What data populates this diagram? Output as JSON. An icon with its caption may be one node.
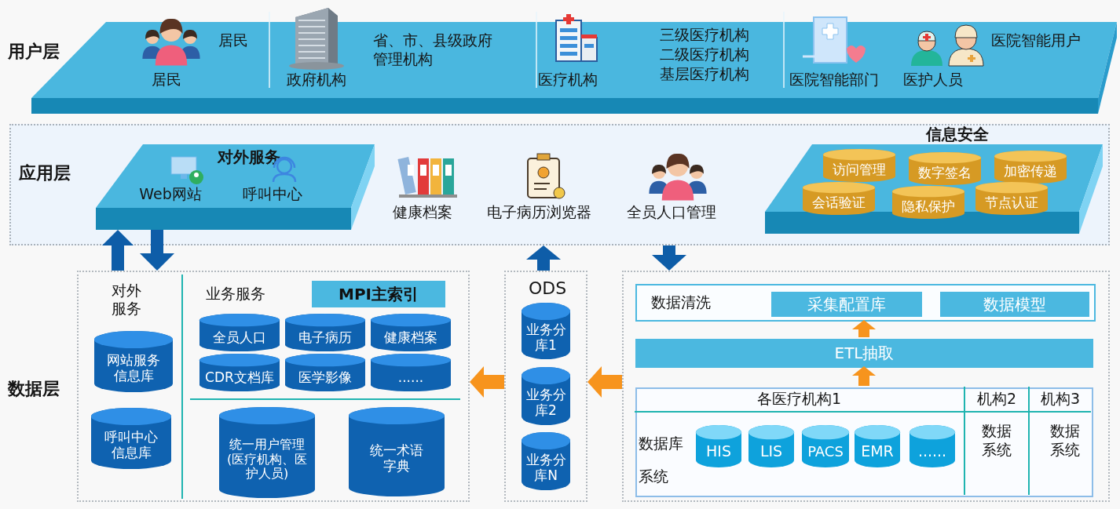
{
  "diagram": {
    "nodes": [
      {
        "text": [
          "应用层"
        ]
      },
      {
        "text": [
          "对外服务",
          "Web网站",
          "呼叫中心"
        ],
        "in": 0
      },
      {
        "text": [
          "信息安全"
        ],
        "in": 0
      },
      {
        "text": [
          "访问管理"
        ],
        "in": 2
      },
      {
        "text": [
          "数字签名"
        ],
        "in": 2
      },
      {
        "text": [
          "加密传递"
        ],
        "in": 2
      },
      {
        "text": [
          "会话验证"
        ],
        "in": 2
      },
      {
        "text": [
          "隐私保护"
        ],
        "in": 2
      },
      {
        "text": [
          "节点认证"
        ],
        "in": 2
      },
      {
        "text": [
          "对外服务"
        ]
      },
      {
        "text": [
          "网站服务信息库"
        ],
        "in": 9
      },
      {
        "text": [
          "呼叫中心信息库"
        ],
        "in": 9
      },
      {
        "text": [
          "MPI主索引"
        ],
        "in": 9
      },
      {
        "text": [
          "全员人口"
        ],
        "in": 9
      },
      {
        "text": [
          "电子病历"
        ],
        "in": 9
      },
      {
        "text": [
          "健康档案"
        ],
        "in": 9
      },
      {
        "text": [
          "CDR文档库"
        ],
        "in": 9
      },
      {
        "text": [
          "医学影像"
        ],
        "in": 9
      },
      {
        "text": [
          "......"
        ],
        "in": 9
      },
      {
        "text": [
          "统一用户管理(医疗机构、医护人员)"
        ],
        "in": 9
      },
      {
        "text": [
          "统一术语字典"
        ],
        "in": 9
      },
      {
        "text": [
          "ODS"
        ]
      },
      {
        "text": [
          "业务分库1"
        ],
        "in": 21
      },
      {
        "text": [
          "业务分库2"
        ],
        "in": 21
      },
      {
        "text": [
          "业务分库N"
        ],
        "in": 21
      },
      {
        "text": [],
        "shape": "box"
      },
      {
        "text": [
          "数据清洗"
        ],
        "in": 25
      },
      {
        "text": [
          "采集配置库"
        ],
        "in": 26
      },
      {
        "text": [
          "数据模型"
        ],
        "in": 26
      },
      {
        "text": [
          "ETL抽取"
        ],
        "in": 25
      },
      {
        "text": [],
        "shape": "box",
        "in": 25
      },
      {
        "text": [
          "HIS"
        ],
        "in": 30
      },
      {
        "text": [
          "LIS"
        ],
        "in": 30
      },
      {
        "text": [
          "PACS"
        ],
        "in": 30
      },
      {
        "text": [
          "EMR"
        ],
        "in": 30
      },
      {
        "text": [
          "......"
        ],
        "in": 30
      }
    ],
    "edges": [
      {
        "from": 9,
        "to": 1,
        "arrow": "to",
        "color": "#0e5da8"
      },
      {
        "from": 1,
        "to": 9,
        "arrow": "to",
        "color": "#0e5da8"
      },
      {
        "from": 21,
        "to": 0,
        "arrow": "to",
        "color": "#0e5da8"
      },
      {
        "from": 0,
        "to": 25,
        "arrow": "to",
        "color": "#0e5da8"
      },
      {
        "from": 25,
        "to": 21,
        "arrow": "to",
        "color": "#f7941d"
      },
      {
        "from": 21,
        "to": 9,
        "arrow": "to",
        "color": "#f7941d"
      },
      {
        "from": 30,
        "to": 29,
        "arrow": "to",
        "color": "#f7941d"
      },
      {
        "from": 29,
        "to": 26,
        "arrow": "to",
        "color": "#f7941d"
      }
    ],
    "labels": [
      "用户层",
      "居民",
      "省、市、县级政府管理机构",
      "三级医疗机构",
      "医院智能用户",
      "二级医疗机构",
      "居民",
      "政府机构",
      "医疗机构",
      "基层医疗机构",
      "医院智能部门",
      "医护人员",
      "健康档案",
      "电子病历浏览器",
      "全员人口管理",
      "业务服务",
      "数据层",
      "各医疗机构1",
      "机构2",
      "机构3",
      "数据库",
      "数据系统",
      "数据系统",
      "系统"
    ]
  }
}
